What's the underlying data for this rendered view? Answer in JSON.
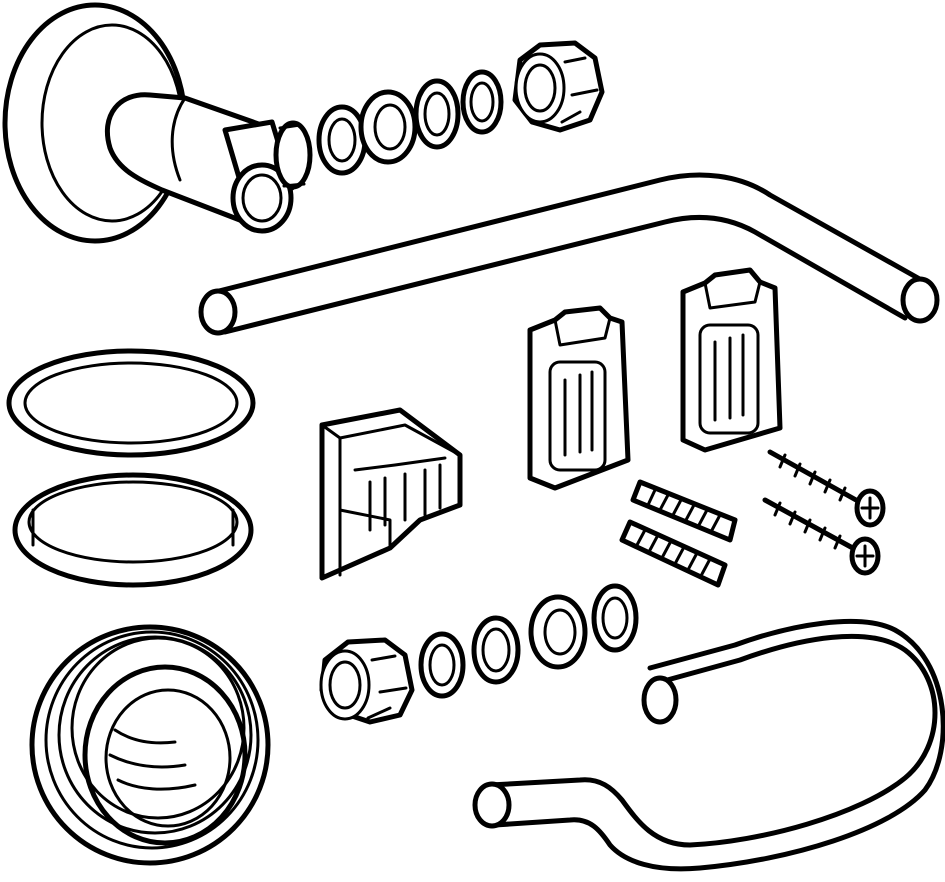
{
  "drawing": {
    "kind": "exploded parts illustration",
    "line_color": "#000000",
    "background_color": "#ffffff",
    "parts": [
      "wall-flange-elbow",
      "seal-ring",
      "compression-nut",
      "straight-pipe",
      "large-flat-gasket",
      "large-profile-gasket",
      "mounting-bracket",
      "clip-holder",
      "wall-plug",
      "wood-screw",
      "ribbed-reducer-sleeve",
      "bent-pipe"
    ]
  }
}
